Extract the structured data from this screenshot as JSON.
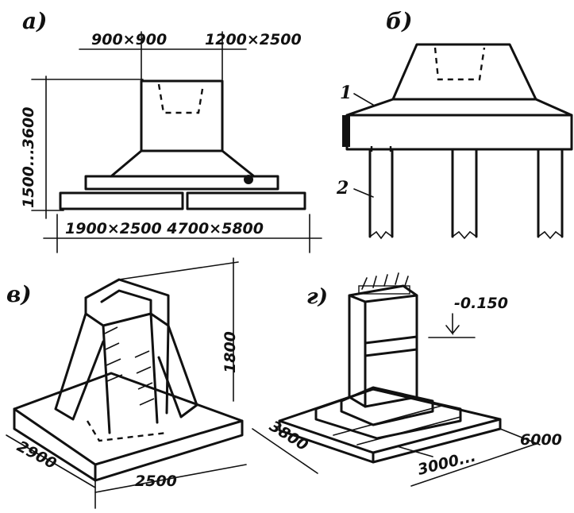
{
  "panels": {
    "a": {
      "label": "а)",
      "dim_top_left": "900×900",
      "dim_top_right": "1200×2500",
      "dim_height": "1500...3600",
      "dim_bottom": "1900×2500 4700×5800"
    },
    "b": {
      "label": "б)",
      "callout_1": "1",
      "callout_2": "2"
    },
    "v": {
      "label": "в)",
      "dim_height": "1800",
      "dim_left": "2900",
      "dim_bottom": "2500"
    },
    "g": {
      "label": "г)",
      "dim_elevation": "-0.150",
      "dim_left": "3800",
      "dim_bottom": "3000...",
      "dim_right": "6000"
    }
  }
}
